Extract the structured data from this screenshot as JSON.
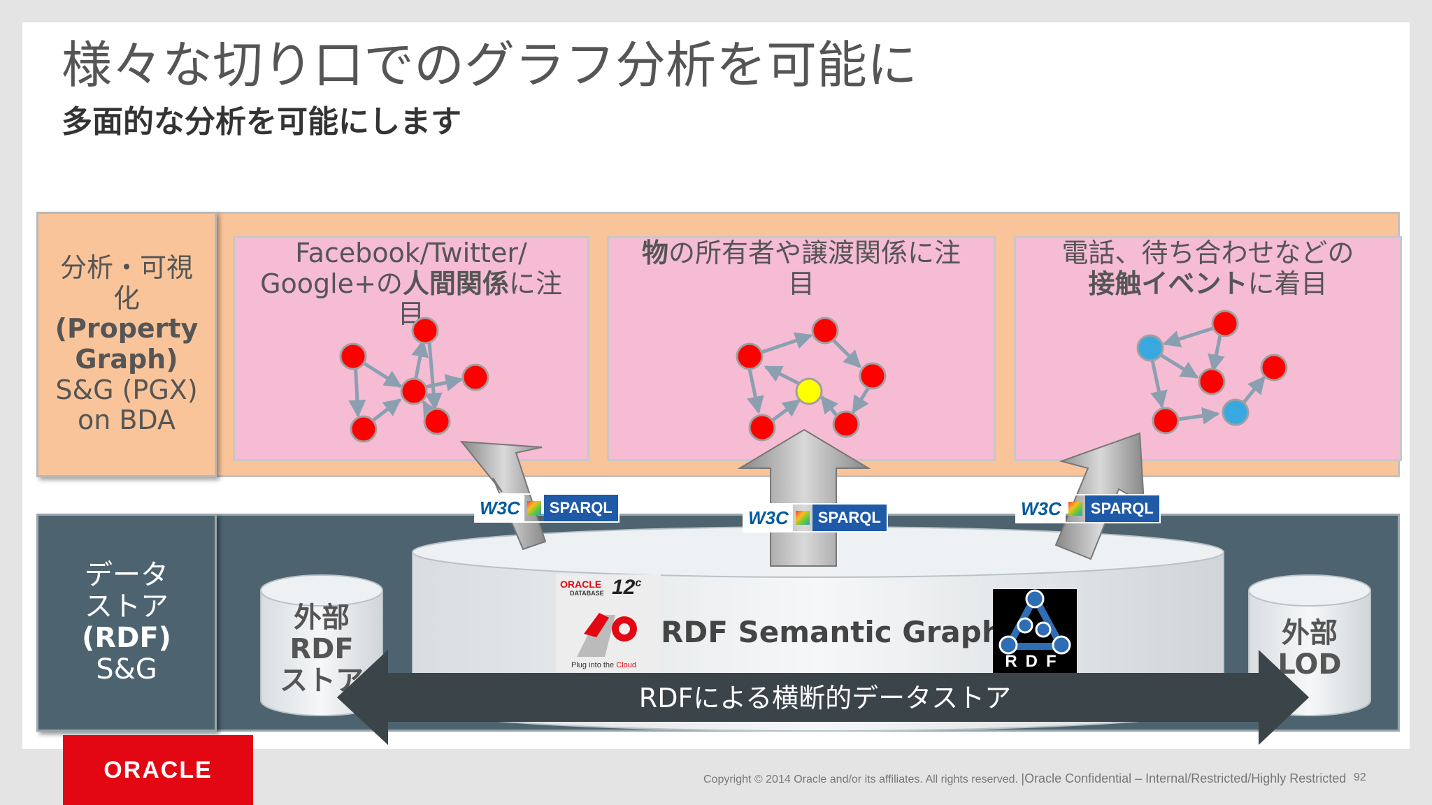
{
  "slide": {
    "title": "様々な切り口でのグラフ分析を可能に",
    "subtitle": "多面的な分析を可能にします"
  },
  "top_layer": {
    "label_lines": [
      "分析・可視",
      "化",
      "(Property",
      "Graph)",
      "S&G (PGX)",
      "on BDA"
    ],
    "panels": [
      {
        "line1": "Facebook/Twitter/",
        "line2_pre": "Google+の",
        "line2_bold": "人間関係",
        "line2_post": "に注",
        "line3": "目"
      },
      {
        "line1_bold": "物",
        "line1_post": "の所有者や譲渡関係に注",
        "line2": "目"
      },
      {
        "line1": "電話、待ち合わせなどの",
        "line2_bold": "接触イベント",
        "line2_post": "に着目"
      }
    ]
  },
  "badges": {
    "w3c": "W3C",
    "sparql": "SPARQL"
  },
  "bottom_layer": {
    "label_lines": [
      "データ",
      "ストア",
      "(RDF)",
      "S&G"
    ],
    "left_store": [
      "外部",
      "RDF",
      "ストア"
    ],
    "right_store": [
      "外部",
      "LOD"
    ],
    "center_caption": "RDF Semantic Graph",
    "arrow_text": "RDFによる横断的データストア",
    "db_logo": {
      "oracle": "ORACLE",
      "database": "DATABASE",
      "version": "12",
      "version_sup": "c",
      "tagline_pre": "Plug into the ",
      "tagline_cloud": "Cloud"
    },
    "rdf_logo": "RDF"
  },
  "footer": {
    "brand": "ORACLE",
    "copyright": "Copyright © 2014 Oracle and/or its affiliates. All rights reserved.",
    "confidential": "|Oracle Confidential – Internal/Restricted/Highly Restricted",
    "page": "92"
  },
  "colors": {
    "peach": "#f9c49a",
    "pink": "#f5bcd3",
    "slate": "#4d6470",
    "node_red": "#ff0000",
    "node_yellow": "#ffff00",
    "node_blue": "#3aa8e0",
    "oracle_red": "#e30613"
  }
}
